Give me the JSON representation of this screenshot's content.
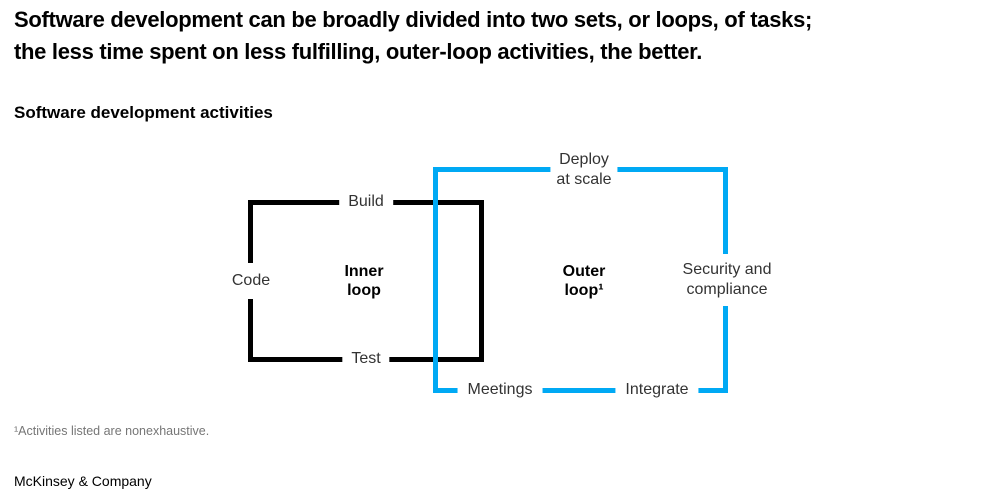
{
  "header": {
    "title_line1": "Software development can be broadly divided into two sets, or loops, of tasks;",
    "title_line2": "the less time spent on less fulfilling, outer-loop activities, the better.",
    "subtitle": "Software development activities"
  },
  "colors": {
    "inner_loop_line": "#000000",
    "outer_loop_line": "#00A9F4",
    "label_text": "#333333",
    "footnote_text": "#767676"
  },
  "diagram": {
    "inner_loop": {
      "name": "Inner loop",
      "name_lines": [
        "Inner",
        "loop"
      ],
      "activities": {
        "left": "Code",
        "top": "Build",
        "bottom": "Test"
      }
    },
    "outer_loop": {
      "name": "Outer loop¹",
      "name_lines": [
        "Outer",
        "loop¹"
      ],
      "activities": {
        "top": "Deploy at scale",
        "top_lines": [
          "Deploy",
          "at scale"
        ],
        "right": "Security and compliance",
        "right_lines": [
          "Security and",
          "compliance"
        ],
        "bottom_left": "Meetings",
        "bottom_right": "Integrate"
      }
    }
  },
  "footnote": "¹Activities listed are nonexhaustive.",
  "source": "McKinsey & Company"
}
